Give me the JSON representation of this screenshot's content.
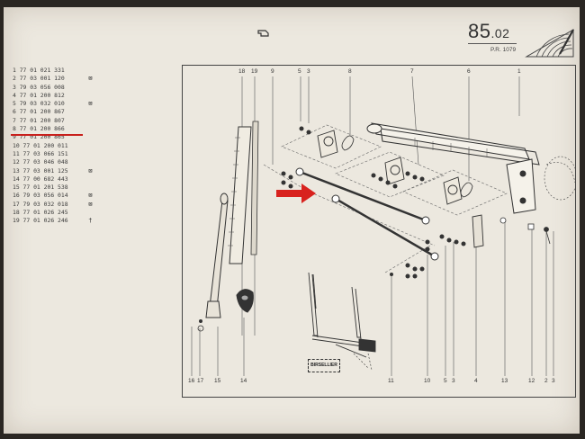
{
  "header": {
    "page_main": "85",
    "page_sub": ".02",
    "ref": "P.R. 1079"
  },
  "parts": [
    {
      "num": "1 77 01 021 331",
      "mark": ""
    },
    {
      "num": "2 77 03 001 120",
      "mark": "⊠"
    },
    {
      "num": "3 79 03 056 008",
      "mark": ""
    },
    {
      "num": "4 77 01 200 812",
      "mark": ""
    },
    {
      "num": "5 79 03 032 010",
      "mark": "⊠"
    },
    {
      "num": "6 77 01 200 867",
      "mark": ""
    },
    {
      "num": "7 77 01 200 807",
      "mark": ""
    },
    {
      "num": "8 77 01 200 866",
      "mark": ""
    },
    {
      "num": "9 77 01 200 865",
      "mark": ""
    },
    {
      "num": "10 77 01 200 011",
      "mark": ""
    },
    {
      "num": "11 77 03 066 151",
      "mark": ""
    },
    {
      "num": "12 77 03 046 048",
      "mark": ""
    },
    {
      "num": "13 77 03 001 125",
      "mark": "⊠"
    },
    {
      "num": "14 77 00 682 443",
      "mark": ""
    },
    {
      "num": "15 77 01 201 538",
      "mark": ""
    },
    {
      "num": "16 79 03 056 014",
      "mark": "⊠"
    },
    {
      "num": "17 79 03 032 018",
      "mark": "⊠"
    },
    {
      "num": "18 77 01 026 245",
      "mark": ""
    },
    {
      "num": "19 77 01 026 246",
      "mark": "†"
    }
  ],
  "callouts_top": [
    "18",
    "19",
    "9",
    "5",
    "3",
    "8",
    "7",
    "6",
    "1"
  ],
  "callouts_bottom": [
    "16",
    "17",
    "15",
    "14",
    "11",
    "10",
    "5",
    "3",
    "4",
    "13",
    "12",
    "2",
    "3"
  ],
  "boxed_label": "BIRSELLIER",
  "colors": {
    "highlight": "#c8201c",
    "paper": "#ece8df",
    "ink": "#333333"
  }
}
